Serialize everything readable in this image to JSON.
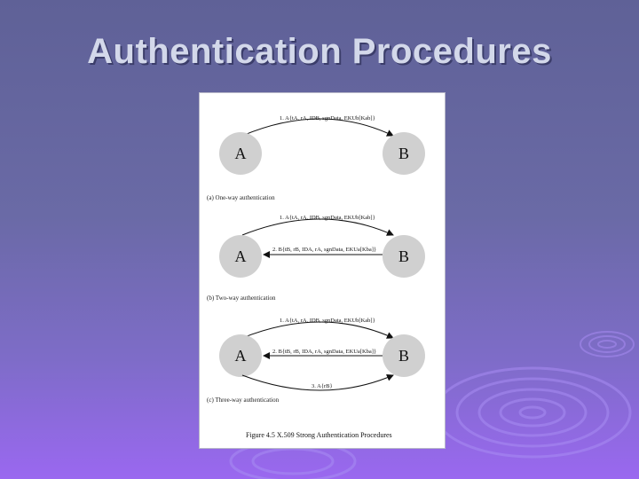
{
  "slide": {
    "title": "Authentication Procedures"
  },
  "figure": {
    "caption": "Figure 4.5 X.509 Strong Authentication Procedures",
    "panels": [
      {
        "caption": "(a) One-way authentication",
        "node_a": "A",
        "node_b": "B",
        "messages": [
          "1. A{tA, rA, IDB, sgnData, EKUb[Kab]}"
        ]
      },
      {
        "caption": "(b) Two-way authentication",
        "node_a": "A",
        "node_b": "B",
        "messages": [
          "1. A{tA, rA, IDB, sgnData, EKUb[Kab]}",
          "2. B{tB, rB, IDA, rA, sgnData, EKUa[Kba]}"
        ]
      },
      {
        "caption": "(c) Three-way authentication",
        "node_a": "A",
        "node_b": "B",
        "messages": [
          "1. A{tA, rA, IDB, sgnData, EKUb[Kab]}",
          "2. B{tB, rB, IDA, rA, sgnData, EKUa[Kba]}",
          "3. A{rB}"
        ]
      }
    ]
  },
  "colors": {
    "node_fill": "#d0d0d0",
    "title_text": "#d3d8ea"
  }
}
